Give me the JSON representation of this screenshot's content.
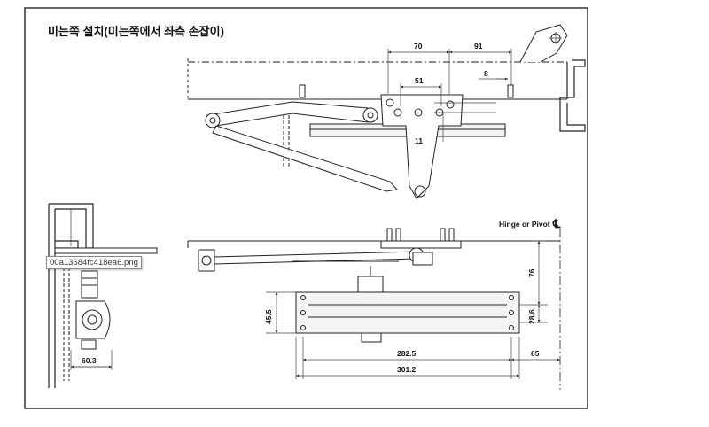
{
  "diagram": {
    "title": "미는쪽 설치(미는쪽에서 좌측 손잡이)",
    "hinge_label": "Hinge or Pivot",
    "hinge_symbol": "℄",
    "dims": {
      "d70": "70",
      "d91": "91",
      "d51": "51",
      "d8": "8",
      "d11": "11",
      "d76": "76",
      "d45_5": "45.5",
      "d28_6": "28.6",
      "d282_5": "282.5",
      "d301_2": "301.2",
      "d65": "65",
      "d60_3": "60.3"
    },
    "colors": {
      "line": "#222222",
      "frame": "#333333",
      "body": "#f4f4f4"
    }
  },
  "tooltip": {
    "filename": "00a13684fc418ea6.png"
  }
}
